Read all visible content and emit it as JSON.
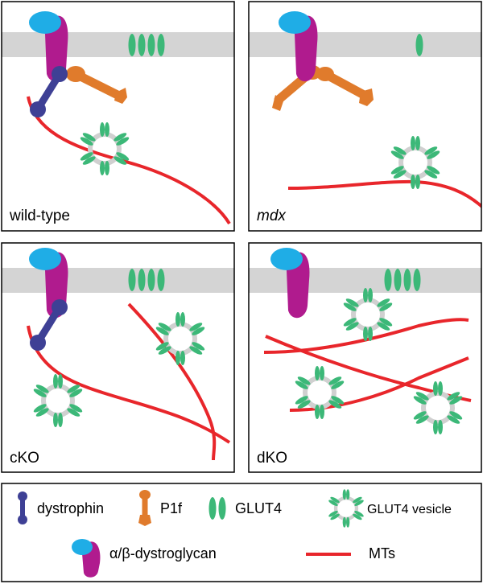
{
  "colors": {
    "membrane": "#d4d4d4",
    "glut4": "#3cb878",
    "vesicle_ring": "#d0d0d0",
    "mt": "#e8262b",
    "dystrophin": "#3e4095",
    "p1f": "#e07b2c",
    "dystroglycan_alpha": "#1fade6",
    "dystroglycan_beta": "#b01b8e",
    "border": "#000000"
  },
  "panels": [
    {
      "id": "wild-type",
      "label": "wild-type",
      "italic": false
    },
    {
      "id": "mdx",
      "label": "mdx",
      "italic": true
    },
    {
      "id": "cko",
      "label": "cKO",
      "italic": false
    },
    {
      "id": "dko",
      "label": "dKO",
      "italic": false
    }
  ],
  "legend": {
    "dystrophin": {
      "icon": "dystrophin-icon",
      "label": "dystrophin"
    },
    "p1f": {
      "icon": "p1f-icon",
      "label": "P1f"
    },
    "glut4": {
      "icon": "glut4-icon",
      "label": "GLUT4"
    },
    "glut4_vesicle": {
      "icon": "glut4-vesicle-icon",
      "label": "GLUT4 vesicle"
    },
    "dystroglycan": {
      "icon": "dystroglycan-icon",
      "label": "α/β-dystroglycan"
    },
    "mts": {
      "icon": "mt-line-icon",
      "label": "MTs"
    }
  }
}
